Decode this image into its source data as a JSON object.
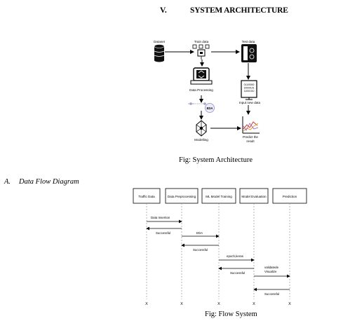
{
  "section": {
    "number": "V.",
    "title": "SYSTEM ARCHITECTURE"
  },
  "architecture": {
    "labels": {
      "dataset": "Dataset",
      "train": "Train data",
      "test": "Test data",
      "processing": "Data Processing",
      "eda": "EDA",
      "modelling": "Modelling",
      "input": "Input new data",
      "predict_line1": "Predict the",
      "predict_line2": "result",
      "binary_line1": "01100000",
      "binary_line2": "10000101",
      "binary_line3": "11001010"
    },
    "caption": "Fig: System Architecture"
  },
  "subsection": {
    "letter": "A.",
    "title": "Data Flow Diagram"
  },
  "flow": {
    "lanes": [
      "Traffic Data",
      "Data Preprocessing",
      "ML Model Training",
      "Model Evaluation",
      "Prediction"
    ],
    "messages": {
      "m1": "Data Insertion",
      "m2": "Successful",
      "m3": "EDA",
      "m4": "Successful",
      "m5": "epoch,keras",
      "m6": "Successful",
      "m7a": "validatede",
      "m7b": "Visualize",
      "m8": "Successful"
    },
    "end_mark": "X",
    "caption": "Fig: Flow System"
  }
}
